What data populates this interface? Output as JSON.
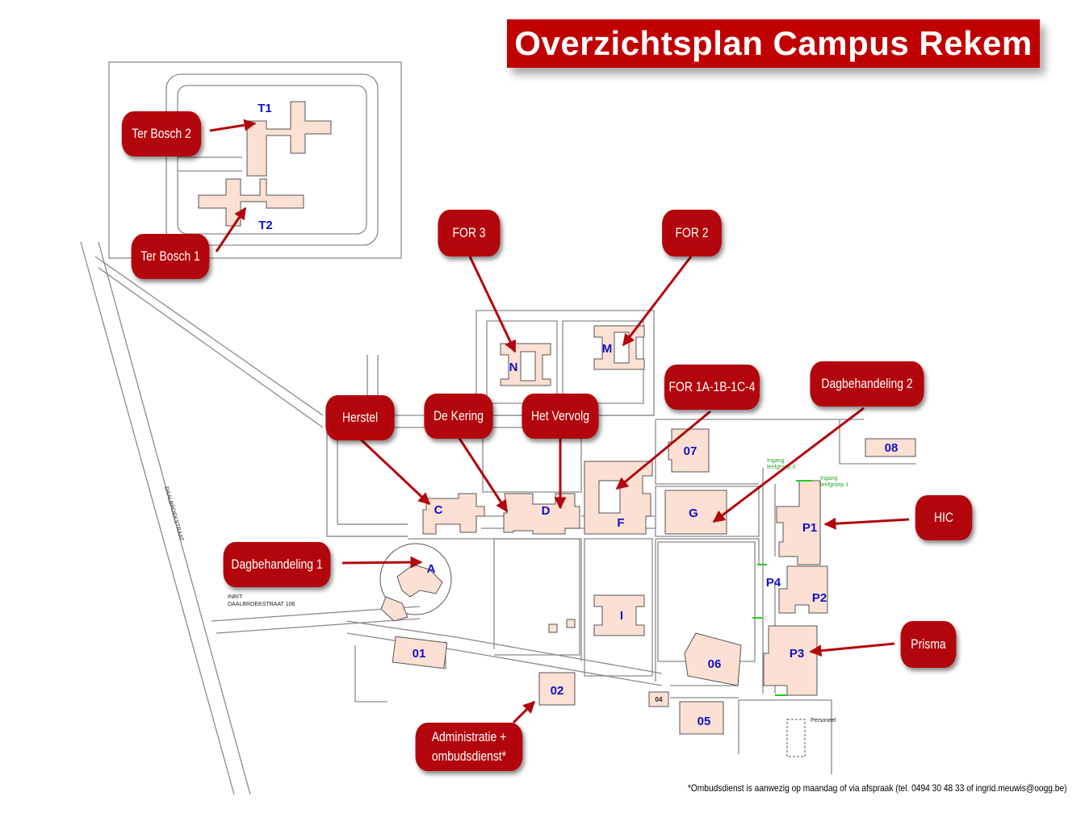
{
  "title": "Overzichtsplan Campus Rekem",
  "footnote": "*Ombudsdienst is aanwezig op maandag of via afspraak (tel. 0494 30 48 33 of ingrid.meuwis@oogg.be)",
  "colors": {
    "title_bg": "#c00000",
    "callout_bg": "#b3060c",
    "building_fill": "#fbe0d3",
    "building_label": "#1010c8",
    "arrow": "#b3060c",
    "entrance": "#22cc22"
  },
  "street": {
    "name": "DAALBROEKSTRAAT",
    "entrance_line1": "INRIT",
    "entrance_line2": "DAALBROEKSTRAAT 106"
  },
  "entrances": {
    "e1_line1": "Ingang",
    "e1_line2": "leefgroep 3",
    "e2_line1": "Ingang",
    "e2_line2": "leefgroep 1",
    "p5": "Personeel"
  },
  "callouts": {
    "ter_bosch_2": "Ter Bosch 2",
    "ter_bosch_1": "Ter Bosch 1",
    "for_3": "FOR 3",
    "for_2": "FOR 2",
    "herstel": "Herstel",
    "de_kering": "De Kering",
    "het_vervolg": "Het Vervolg",
    "for_1a": "FOR 1A-1B-1C-4",
    "dagbehandeling_2": "Dagbehandeling 2",
    "hic": "HIC",
    "dagbehandeling_1": "Dagbehandeling 1",
    "prisma": "Prisma",
    "administratie_line1": "Administratie +",
    "administratie_line2": "ombudsdienst*"
  },
  "buildings": {
    "t1": "T1",
    "t2": "T2",
    "n": "N",
    "m": "M",
    "c": "C",
    "d": "D",
    "f": "F",
    "g": "G",
    "a": "A",
    "i": "I",
    "b07": "07",
    "b08": "08",
    "p1": "P1",
    "p2": "P2",
    "p3": "P3",
    "p4": "P4",
    "b01": "01",
    "b02": "02",
    "b04": "04",
    "b05": "05",
    "b06": "06"
  }
}
